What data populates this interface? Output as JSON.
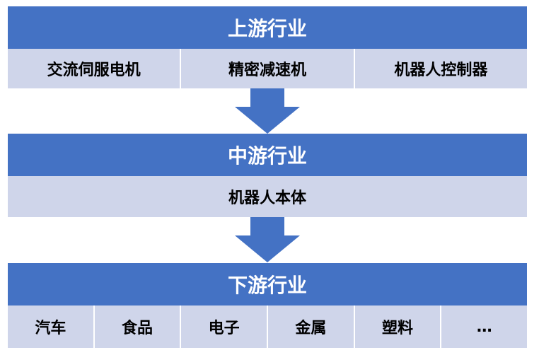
{
  "colors": {
    "header_bg": "#4472c4",
    "header_text": "#ffffff",
    "row_bg": "#cfd5ea",
    "arrow": "#4472c4"
  },
  "upstream": {
    "title": "上游行业",
    "items": [
      "交流伺服电机",
      "精密减速机",
      "机器人控制器"
    ]
  },
  "midstream": {
    "title": "中游行业",
    "items": [
      "机器人本体"
    ]
  },
  "downstream": {
    "title": "下游行业",
    "items": [
      "汽车",
      "食品",
      "电子",
      "金属",
      "塑料",
      "…"
    ]
  }
}
